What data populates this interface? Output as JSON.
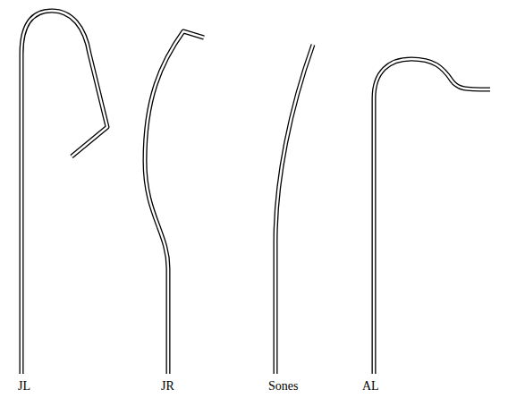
{
  "diagram": {
    "labels": [
      "JL",
      "JR",
      "Sones",
      "AL"
    ]
  }
}
